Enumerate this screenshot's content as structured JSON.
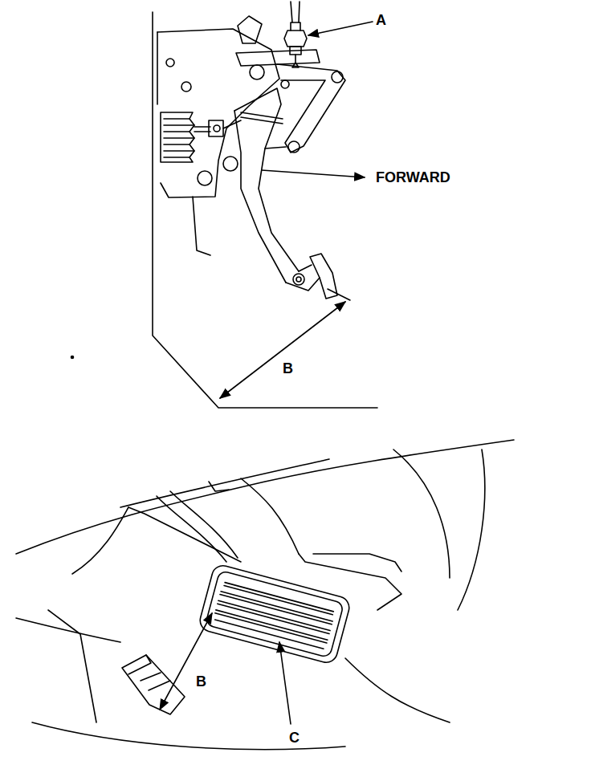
{
  "diagram": {
    "labels": [
      "A",
      "FORWARD",
      "B",
      "B",
      "C"
    ]
  }
}
